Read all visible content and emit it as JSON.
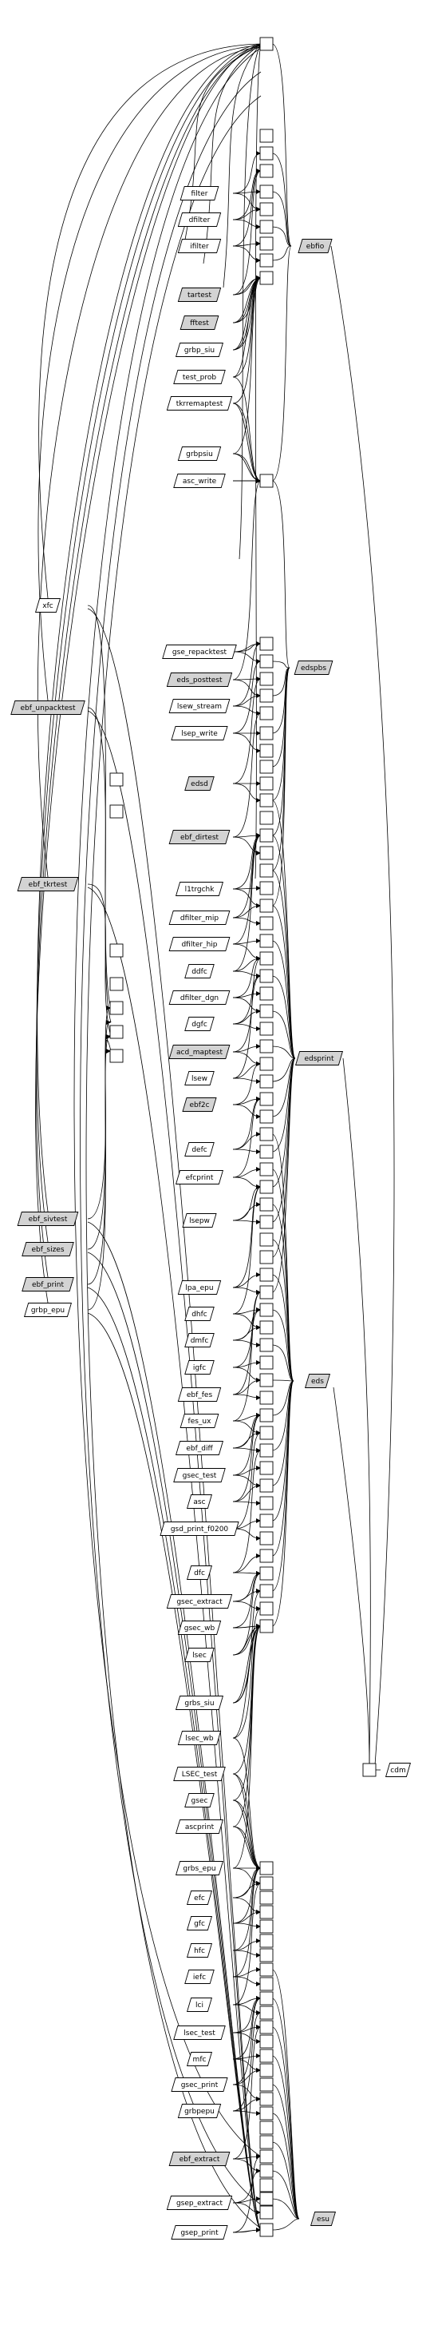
{
  "graph": {
    "nodes": [
      {
        "id": "filter",
        "label": "filter",
        "shade": "white"
      },
      {
        "id": "dfilter",
        "label": "dfilter",
        "shade": "white"
      },
      {
        "id": "ifilter",
        "label": "ifilter",
        "shade": "white"
      },
      {
        "id": "ebfio",
        "label": "ebfio",
        "shade": "grey"
      },
      {
        "id": "tartest",
        "label": "tartest",
        "shade": "grey"
      },
      {
        "id": "fftest",
        "label": "fftest",
        "shade": "grey"
      },
      {
        "id": "grbp_siu",
        "label": "grbp_siu",
        "shade": "white"
      },
      {
        "id": "test_prob",
        "label": "test_prob",
        "shade": "white"
      },
      {
        "id": "tkrremaptest",
        "label": "tkrremaptest",
        "shade": "white"
      },
      {
        "id": "grbpsiu",
        "label": "grbpsiu",
        "shade": "white"
      },
      {
        "id": "asc_write",
        "label": "asc_write",
        "shade": "white"
      },
      {
        "id": "xfc",
        "label": "xfc",
        "shade": "white"
      },
      {
        "id": "gse_repacktest",
        "label": "gse_repacktest",
        "shade": "white"
      },
      {
        "id": "edspbs",
        "label": "edspbs",
        "shade": "grey"
      },
      {
        "id": "eds_posttest",
        "label": "eds_posttest",
        "shade": "grey"
      },
      {
        "id": "ebf_unpacktest",
        "label": "ebf_unpacktest",
        "shade": "grey"
      },
      {
        "id": "lsew_stream",
        "label": "lsew_stream",
        "shade": "white"
      },
      {
        "id": "lsep_write",
        "label": "lsep_write",
        "shade": "white"
      },
      {
        "id": "edsd",
        "label": "edsd",
        "shade": "grey"
      },
      {
        "id": "ebf_dirtest",
        "label": "ebf_dirtest",
        "shade": "grey"
      },
      {
        "id": "ebf_tkrtest",
        "label": "ebf_tkrtest",
        "shade": "grey"
      },
      {
        "id": "l1trgchk",
        "label": "l1trgchk",
        "shade": "white"
      },
      {
        "id": "dfilter_mip",
        "label": "dfilter_mip",
        "shade": "white"
      },
      {
        "id": "dfilter_hip",
        "label": "dfilter_hip",
        "shade": "white"
      },
      {
        "id": "ddfc",
        "label": "ddfc",
        "shade": "white"
      },
      {
        "id": "dfilter_dgn",
        "label": "dfilter_dgn",
        "shade": "white"
      },
      {
        "id": "dgfc",
        "label": "dgfc",
        "shade": "white"
      },
      {
        "id": "acd_maptest",
        "label": "acd_maptest",
        "shade": "grey"
      },
      {
        "id": "edsprint",
        "label": "edsprint",
        "shade": "grey"
      },
      {
        "id": "lsew",
        "label": "lsew",
        "shade": "white"
      },
      {
        "id": "ebf2c",
        "label": "ebf2c",
        "shade": "grey"
      },
      {
        "id": "defc",
        "label": "defc",
        "shade": "white"
      },
      {
        "id": "efcprint",
        "label": "efcprint",
        "shade": "white"
      },
      {
        "id": "ebf_sivtest",
        "label": "ebf_sivtest",
        "shade": "grey"
      },
      {
        "id": "ebf_sizes",
        "label": "ebf_sizes",
        "shade": "grey"
      },
      {
        "id": "lsepw",
        "label": "lsepw",
        "shade": "white"
      },
      {
        "id": "ebf_print",
        "label": "ebf_print",
        "shade": "grey"
      },
      {
        "id": "grbp_epu",
        "label": "grbp_epu",
        "shade": "white"
      },
      {
        "id": "lpa_epu",
        "label": "lpa_epu",
        "shade": "white"
      },
      {
        "id": "dhfc",
        "label": "dhfc",
        "shade": "white"
      },
      {
        "id": "dmfc",
        "label": "dmfc",
        "shade": "white"
      },
      {
        "id": "igfc",
        "label": "igfc",
        "shade": "white"
      },
      {
        "id": "eds",
        "label": "eds",
        "shade": "grey"
      },
      {
        "id": "ebf_fes",
        "label": "ebf_fes",
        "shade": "white"
      },
      {
        "id": "fes_ux",
        "label": "fes_ux",
        "shade": "white"
      },
      {
        "id": "ebf_diff",
        "label": "ebf_diff",
        "shade": "white"
      },
      {
        "id": "gsec_test",
        "label": "gsec_test",
        "shade": "white"
      },
      {
        "id": "asc",
        "label": "asc",
        "shade": "white"
      },
      {
        "id": "gsd_print_f0200",
        "label": "gsd_print_f0200",
        "shade": "white"
      },
      {
        "id": "dfc",
        "label": "dfc",
        "shade": "white"
      },
      {
        "id": "gsec_extract",
        "label": "gsec_extract",
        "shade": "white"
      },
      {
        "id": "gsec_wb",
        "label": "gsec_wb",
        "shade": "white"
      },
      {
        "id": "lsec",
        "label": "lsec",
        "shade": "white"
      },
      {
        "id": "grbs_siu",
        "label": "grbs_siu",
        "shade": "white"
      },
      {
        "id": "lsec_wb",
        "label": "lsec_wb",
        "shade": "white"
      },
      {
        "id": "cdm",
        "label": "cdm",
        "shade": "white"
      },
      {
        "id": "lsec_test_upper",
        "label": "LSEC_test",
        "shade": "white"
      },
      {
        "id": "gsec",
        "label": "gsec",
        "shade": "white"
      },
      {
        "id": "ascprint",
        "label": "ascprint",
        "shade": "white"
      },
      {
        "id": "grbs_epu",
        "label": "grbs_epu",
        "shade": "white"
      },
      {
        "id": "efc",
        "label": "efc",
        "shade": "white"
      },
      {
        "id": "gfc",
        "label": "gfc",
        "shade": "white"
      },
      {
        "id": "hfc",
        "label": "hfc",
        "shade": "white"
      },
      {
        "id": "iefc",
        "label": "iefc",
        "shade": "white"
      },
      {
        "id": "lci",
        "label": "lci",
        "shade": "white"
      },
      {
        "id": "lsec_test",
        "label": "lsec_test",
        "shade": "white"
      },
      {
        "id": "mfc",
        "label": "mfc",
        "shade": "white"
      },
      {
        "id": "gsec_print",
        "label": "gsec_print",
        "shade": "white"
      },
      {
        "id": "grbpepu",
        "label": "grbpepu",
        "shade": "white"
      },
      {
        "id": "ebf_extract",
        "label": "ebf_extract",
        "shade": "grey"
      },
      {
        "id": "gsep_extract",
        "label": "gsep_extract",
        "shade": "white"
      },
      {
        "id": "esu",
        "label": "esu",
        "shade": "grey"
      },
      {
        "id": "gsep_print",
        "label": "gsep_print",
        "shade": "white"
      }
    ]
  }
}
